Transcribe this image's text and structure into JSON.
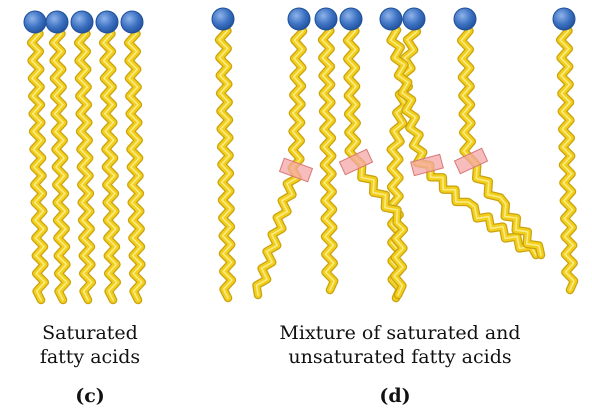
{
  "panels": {
    "c": {
      "caption_lines": [
        "Saturated",
        "fatty acids"
      ],
      "label": "(c)"
    },
    "d": {
      "caption_lines": [
        "Mixture of saturated and",
        "unsaturated fatty acids"
      ],
      "label": "(d)"
    }
  },
  "colors": {
    "head": "#3f74c4",
    "head_dark": "#1f4f9a",
    "tail": "#f2cf1a",
    "tail_edge": "#c9a210",
    "kink_box": "#f4a7a7"
  }
}
